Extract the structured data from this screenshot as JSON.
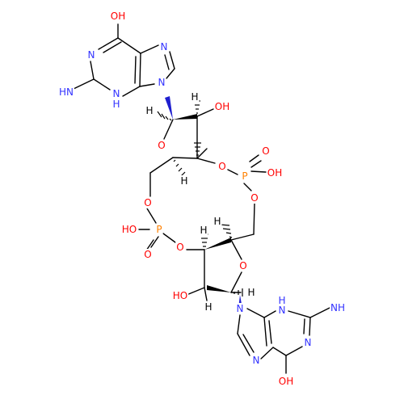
{
  "colors": {
    "bond": "#000000",
    "N": "#3333ff",
    "O": "#ff0000",
    "P": "#ff8000",
    "H": "#000000"
  },
  "atoms": {
    "a1": {
      "text": "OH",
      "el": "O"
    },
    "a2": {
      "text": "N",
      "el": "N"
    },
    "a3": {
      "text": "N",
      "el": "N"
    },
    "a4": {
      "text": "HN",
      "el": "N"
    },
    "a5": {
      "text": "N",
      "el": "N"
    },
    "a6": {
      "text": "H",
      "el": "N"
    },
    "a7": {
      "text": "N",
      "el": "N"
    },
    "a8": {
      "text": "H",
      "el": "H"
    },
    "a9": {
      "text": "OH",
      "el": "O"
    },
    "a10": {
      "text": "H",
      "el": "H"
    },
    "a11": {
      "text": "O",
      "el": "O"
    },
    "a12": {
      "text": "O",
      "el": "O"
    },
    "a13": {
      "text": "O",
      "el": "O"
    },
    "a14": {
      "text": "P",
      "el": "P"
    },
    "a15": {
      "text": "OH",
      "el": "O"
    },
    "a16": {
      "text": "H",
      "el": "H"
    },
    "a17": {
      "text": "O",
      "el": "O"
    },
    "a18": {
      "text": "O",
      "el": "O"
    },
    "a19": {
      "text": "HO",
      "el": "O"
    },
    "a20": {
      "text": "P",
      "el": "P"
    },
    "a21": {
      "text": "O",
      "el": "O"
    },
    "a22": {
      "text": "O",
      "el": "O"
    },
    "a23": {
      "text": "H",
      "el": "H"
    },
    "a24": {
      "text": "H",
      "el": "H"
    },
    "a25": {
      "text": "O",
      "el": "O"
    },
    "a26": {
      "text": "HO",
      "el": "O"
    },
    "a27": {
      "text": "H",
      "el": "H"
    },
    "a28": {
      "text": "H",
      "el": "H"
    },
    "a29": {
      "text": "N",
      "el": "N"
    },
    "a30": {
      "text": "H",
      "el": "N"
    },
    "a31": {
      "text": "N",
      "el": "N"
    },
    "a32": {
      "text": "NH",
      "el": "N"
    },
    "a33": {
      "text": "N",
      "el": "N"
    },
    "a34": {
      "text": "N",
      "el": "N"
    },
    "a35": {
      "text": "OH",
      "el": "O"
    }
  }
}
